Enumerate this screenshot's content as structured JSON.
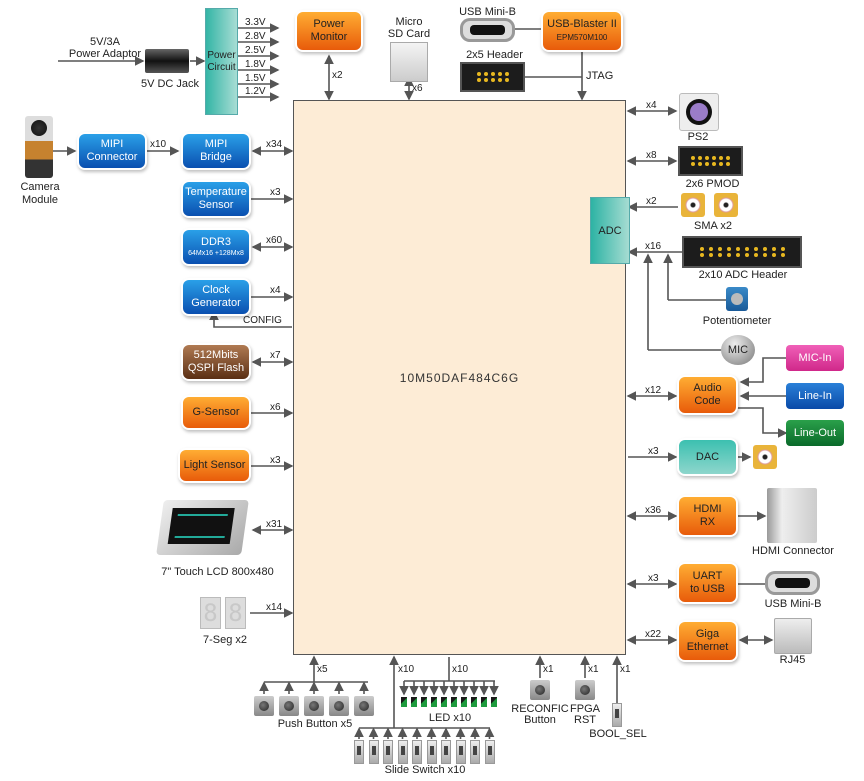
{
  "fpga": {
    "part_number": "10M50DAF484C6G"
  },
  "power": {
    "adaptor_label_line1": "5V/3A",
    "adaptor_label_line2": "Power Adaptor",
    "dc_jack_label": "5V DC Jack",
    "circuit_line1": "Power",
    "circuit_line2": "Circuit",
    "rails": [
      "3.3V",
      "2.8V",
      "2.5V",
      "1.8V",
      "1.5V",
      "1.2V"
    ]
  },
  "top": {
    "power_monitor": {
      "line1": "Power",
      "line2": "Monitor",
      "bus": "x2"
    },
    "sd_card": {
      "line1": "Micro",
      "line2": "SD Card",
      "bus": "x6"
    },
    "usb_mini_b_top": "USB Mini-B",
    "header_2x5": "2x5 Header",
    "usb_blaster": {
      "line1": "USB-Blaster II",
      "line2": "EPM570M100",
      "bus": "JTAG"
    }
  },
  "left": {
    "camera": {
      "line1": "Camera",
      "line2": "Module"
    },
    "mipi_connector": {
      "line1": "MIPI",
      "line2": "Connector",
      "bus": "x10"
    },
    "mipi_bridge": {
      "line1": "MIPI",
      "line2": "Bridge",
      "bus": "x34"
    },
    "temp_sensor": {
      "line1": "Temperature",
      "line2": "Sensor",
      "bus": "x3"
    },
    "ddr3": {
      "line1": "DDR3",
      "line2": "64Mx16 +128Mx8",
      "bus": "x60"
    },
    "clock_gen": {
      "line1": "Clock",
      "line2": "Generator",
      "bus": "x4",
      "config": "CONFIG"
    },
    "qspi": {
      "line1": "512Mbits",
      "line2": "QSPI Flash",
      "bus": "x7"
    },
    "gsensor": {
      "label": "G-Sensor",
      "bus": "x6"
    },
    "light_sensor": {
      "label": "Light Sensor",
      "bus": "x3"
    },
    "lcd": {
      "label": "7\" Touch LCD 800x480",
      "bus": "x31"
    },
    "seg7": {
      "label": "7-Seg  x2",
      "bus": "x14"
    }
  },
  "right": {
    "ps2": {
      "label": "PS2",
      "bus": "x4"
    },
    "pmod": {
      "label": "2x6 PMOD",
      "bus": "x8"
    },
    "adc": {
      "label": "ADC"
    },
    "sma": {
      "label": "SMA x2",
      "bus": "x2"
    },
    "adc_header": {
      "label": "2x10 ADC Header",
      "bus": "x16"
    },
    "potentiometer": {
      "label": "Potentiometer"
    },
    "mic": {
      "label": "MIC"
    },
    "audio": {
      "line1": "Audio",
      "line2": "Code",
      "bus": "x12"
    },
    "mic_in": "MIC-In",
    "line_in": "Line-In",
    "line_out": "Line-Out",
    "dac": {
      "label": "DAC",
      "bus": "x3"
    },
    "hdmi": {
      "line1": "HDMI",
      "line2": "RX",
      "bus": "x36",
      "connector": "HDMI Connector"
    },
    "uart": {
      "line1": "UART",
      "line2": "to USB",
      "bus": "x3",
      "connector": "USB Mini-B"
    },
    "ethernet": {
      "line1": "Giga",
      "line2": "Ethernet",
      "bus": "x22",
      "connector": "RJ45"
    }
  },
  "bottom": {
    "push_button": {
      "label": "Push Button x5",
      "bus": "x5"
    },
    "slide_switch": {
      "label": "Slide Switch x10",
      "bus": "x10"
    },
    "led": {
      "label": "LED x10",
      "bus": "x10"
    },
    "reconfig": {
      "line1": "RECONFIC",
      "line2": "Button",
      "bus": "x1"
    },
    "fpga_rst": {
      "line1": "FPGA",
      "line2": "RST",
      "bus": "x1"
    },
    "bool_sel": {
      "label": "BOOL_SEL",
      "bus": "x1"
    }
  }
}
